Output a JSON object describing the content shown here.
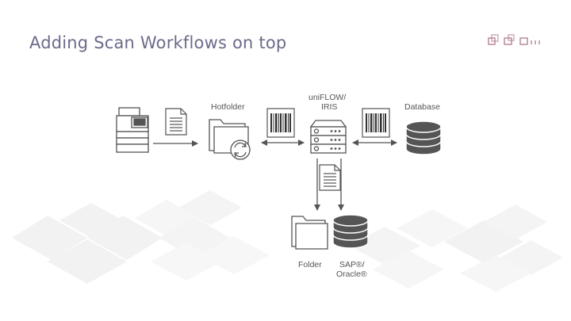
{
  "slide": {
    "title": "Adding Scan Workflows on top"
  },
  "labels": {
    "hotfolder": "Hotfolder",
    "uniflow_line1": "uniFLOW/",
    "uniflow_line2": "IRIS",
    "database": "Database",
    "folder": "Folder",
    "sap_line1": "SAP®/",
    "sap_line2": "Oracle®"
  },
  "colors": {
    "title": "#6b6b8a",
    "icon_stroke": "#555555",
    "icon_fill": "#ffffff",
    "arrow": "#555555",
    "background_shape": "#f1f1f1",
    "logo": "#b07a8c"
  },
  "icons": [
    "logo-icon",
    "printer-icon",
    "document-icon",
    "folder-icon",
    "refresh-icon",
    "barcode-icon",
    "server-icon",
    "database-icon"
  ]
}
